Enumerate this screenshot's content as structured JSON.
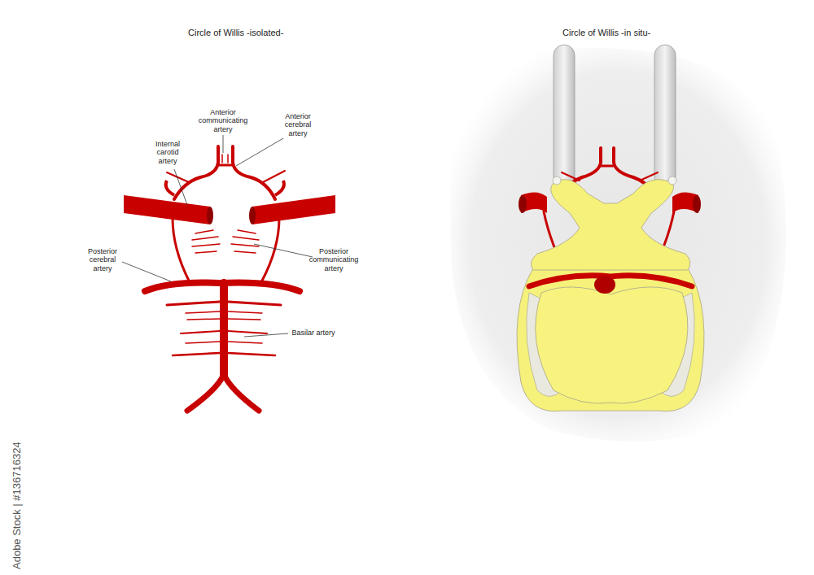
{
  "diagram": {
    "labels": [
      "Circle of Willis -isolated-",
      "Circle of Willis -in situ-",
      "Anterior communicating artery",
      "Anterior cerebral artery",
      "Internal carotid artery",
      "Posterior cerebral artery",
      "Posterior communicating artery",
      "Basilar artery",
      "Adobe Stock | #136716324"
    ]
  }
}
